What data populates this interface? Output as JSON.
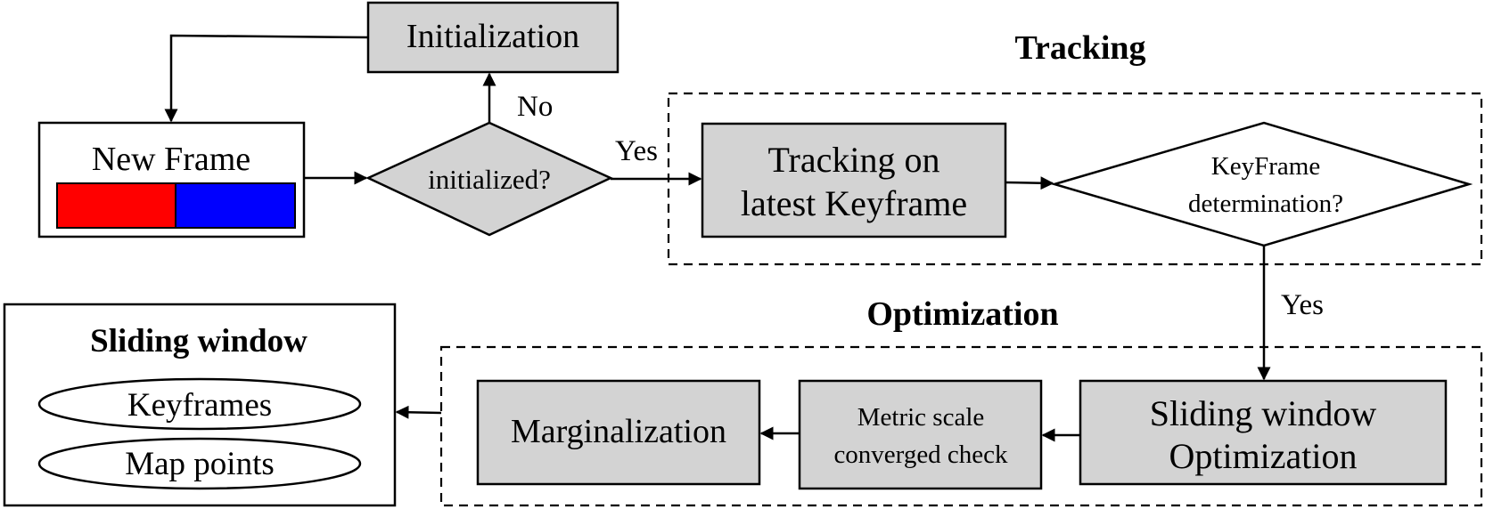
{
  "colors": {
    "process_fill": "#d3d3d3",
    "frame_left": "#ff0000",
    "frame_right": "#0000ff",
    "stroke": "#000000"
  },
  "nodes": {
    "initialization": "Initialization",
    "new_frame": "New Frame",
    "initialized_decision": "initialized?",
    "tracking_keyframe": [
      "Tracking on",
      "latest Keyframe"
    ],
    "keyframe_decision": [
      "KeyFrame",
      "determination?"
    ],
    "sliding_window_opt": [
      "Sliding window",
      "Optimization"
    ],
    "metric_scale": [
      "Metric scale",
      "converged check"
    ],
    "marginalization": "Marginalization"
  },
  "groups": {
    "tracking": "Tracking",
    "optimization": "Optimization",
    "sliding_window": {
      "title": "Sliding window",
      "items": [
        "Keyframes",
        "Map points"
      ]
    }
  },
  "edge_labels": {
    "no": "No",
    "yes_tracking": "Yes",
    "yes_keyframe": "Yes"
  }
}
